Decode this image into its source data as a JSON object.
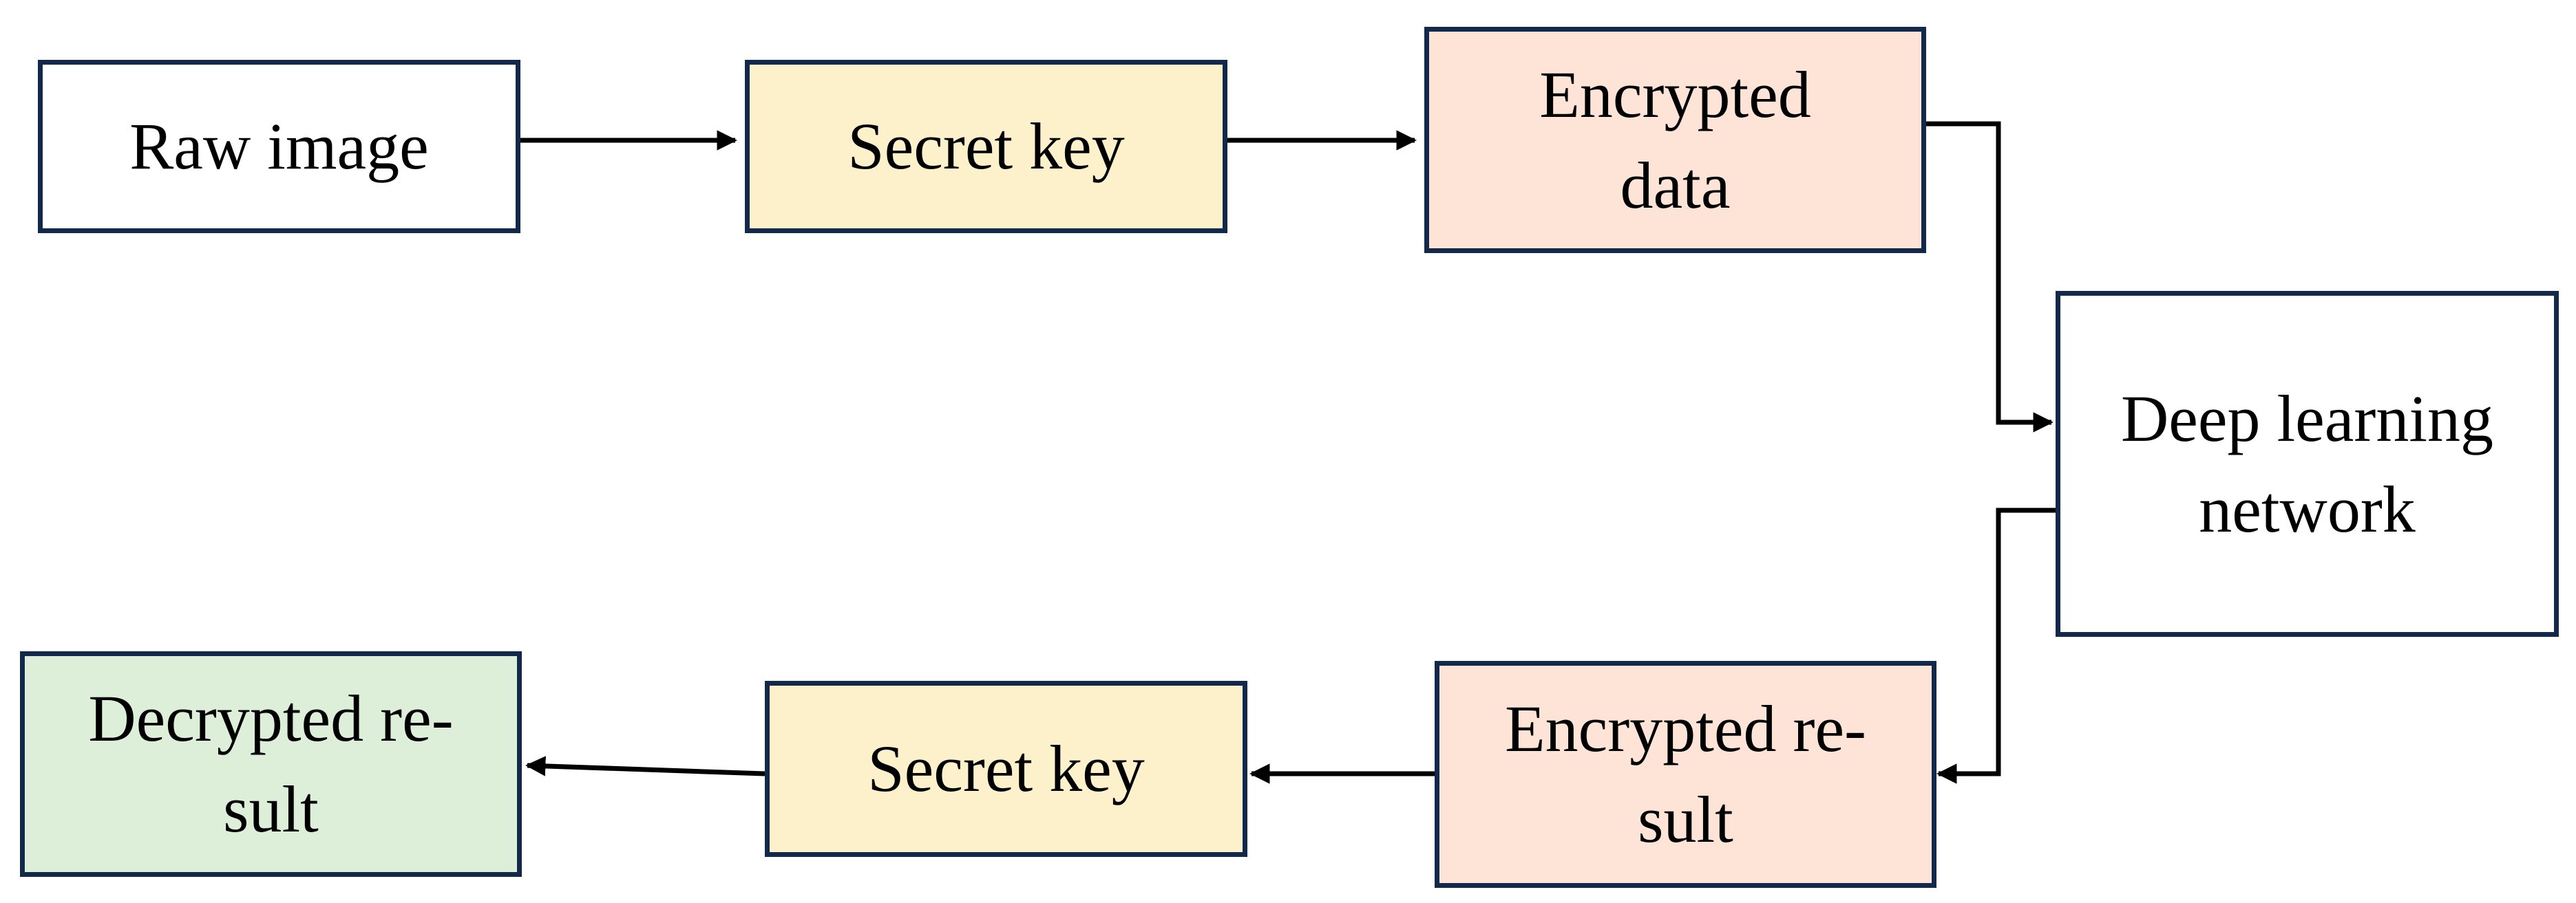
{
  "colors": {
    "border": "#13294b",
    "arrow": "#000000",
    "raw": "#ffffff",
    "key": "#fdf1cb",
    "encrypted": "#fde4d7",
    "network": "#ffffff",
    "decrypted": "#ddefd8"
  },
  "nodes": {
    "raw_image": "Raw image",
    "secret_key_top": "Secret key",
    "encrypted_data": "Encrypted\ndata",
    "deep_learning_network": "Deep learning\nnetwork",
    "encrypted_result": "Encrypted re-\nsult",
    "secret_key_bottom": "Secret key",
    "decrypted_result": "Decrypted re-\nsult"
  },
  "edges": [
    {
      "from": "raw_image",
      "to": "secret_key_top"
    },
    {
      "from": "secret_key_top",
      "to": "encrypted_data"
    },
    {
      "from": "encrypted_data",
      "to": "deep_learning_network"
    },
    {
      "from": "deep_learning_network",
      "to": "encrypted_result"
    },
    {
      "from": "encrypted_result",
      "to": "secret_key_bottom"
    },
    {
      "from": "secret_key_bottom",
      "to": "decrypted_result"
    }
  ]
}
